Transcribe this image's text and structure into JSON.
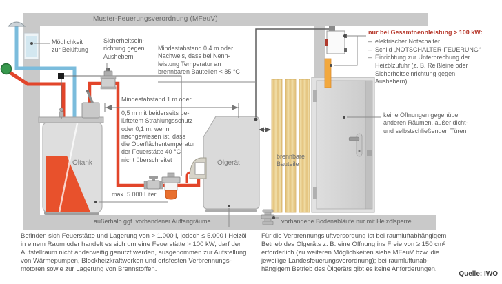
{
  "title": "Muster-Feuerungsverordnung (MFeuV)",
  "source": "Quelle: IWO",
  "colors": {
    "pipe_red": "#e2452a",
    "pipe_blue": "#7bbcdc",
    "tank_oil_fill": "#e8512c",
    "structure_gray": "#c9c9c9",
    "wood": "#e9cd8f",
    "accent_red_text": "#b6372a",
    "warning_strip_orange": "#f2a83e"
  },
  "annotations": {
    "ventilation": "Möglichkeit\nzur Belüftung",
    "anti_siphon": "Sicherheitsein-\nrichtung gegen\nAushebern",
    "distance_04": "Mindestabstand 0,4 m oder\nNachweis, dass bei Nenn-\nleistung Temperatur an\nbrennbaren Bauteilen < 85 °C",
    "distance_1_title": "Mindestabstand 1 m oder",
    "distance_1_body": "0,5 m mit beiderseits be-\nlüftetem Strahlungsschutz\noder 0,1 m, wenn\nnachgewiesen ist, dass\ndie Oberflächentemperatur\nder Feuerstätte 40 °C\nnicht überschreitet",
    "tank_label": "Öltank",
    "tank_capacity": "max. 5.000 Liter",
    "unit_label": "Ölgerät",
    "flammable_label": "brennbare\nBauteile",
    "containment": "außerhalb ggf. vorhandener Auffangräume",
    "floor_drain": "vorhandene Bodenabläufe nur mit Heizölsperre",
    "door_note": "keine Öffnungen gegenüber\nanderen Räumen, außer dicht-\nund selbstschließenden Türen"
  },
  "emergency_switch_note": {
    "title": "nur bei Gesamtnennleistung > 100 kW:",
    "bullet": "–",
    "items": [
      "elektrischer Notschalter",
      "Schild „NOTSCHALTER-FEUERUNG“",
      "Einrichtung zur Unterbrechung der\nHeizölzufuhr (z. B. Reißleine oder\nSicherheitseinrichtung gegen\nAushebern)"
    ]
  },
  "paragraphs": {
    "left": "Befinden sich Feuerstätte und Lagerung von > 1.000 l, jedoch ≤ 5.000 l Heizöl\nin einem Raum oder handelt es sich um eine Feuerstätte > 100 kW, darf der\nAufstellraum nicht anderweitig genutzt werden, ausgenommen zur Aufstellung\nvon Wärmepumpen, Blockheizkraftwerken und ortsfesten Verbrennungs-\nmotoren sowie zur Lagerung von Brennstoffen.",
    "right": "Für die Verbrennungsluftversorgung ist bei raumluftabhängigem\nBetrieb des Ölgeräts z. B. eine Öffnung ins Freie von ≥ 150 cm²\nerforderlich (zu weiteren Möglichkeiten siehe MFeuV bzw. die\njeweilige Landesfeuerungsverordnung); bei raumluftunab-\nhängigem Betrieb des Ölgeräts gibt es keine Anforderungen."
  }
}
